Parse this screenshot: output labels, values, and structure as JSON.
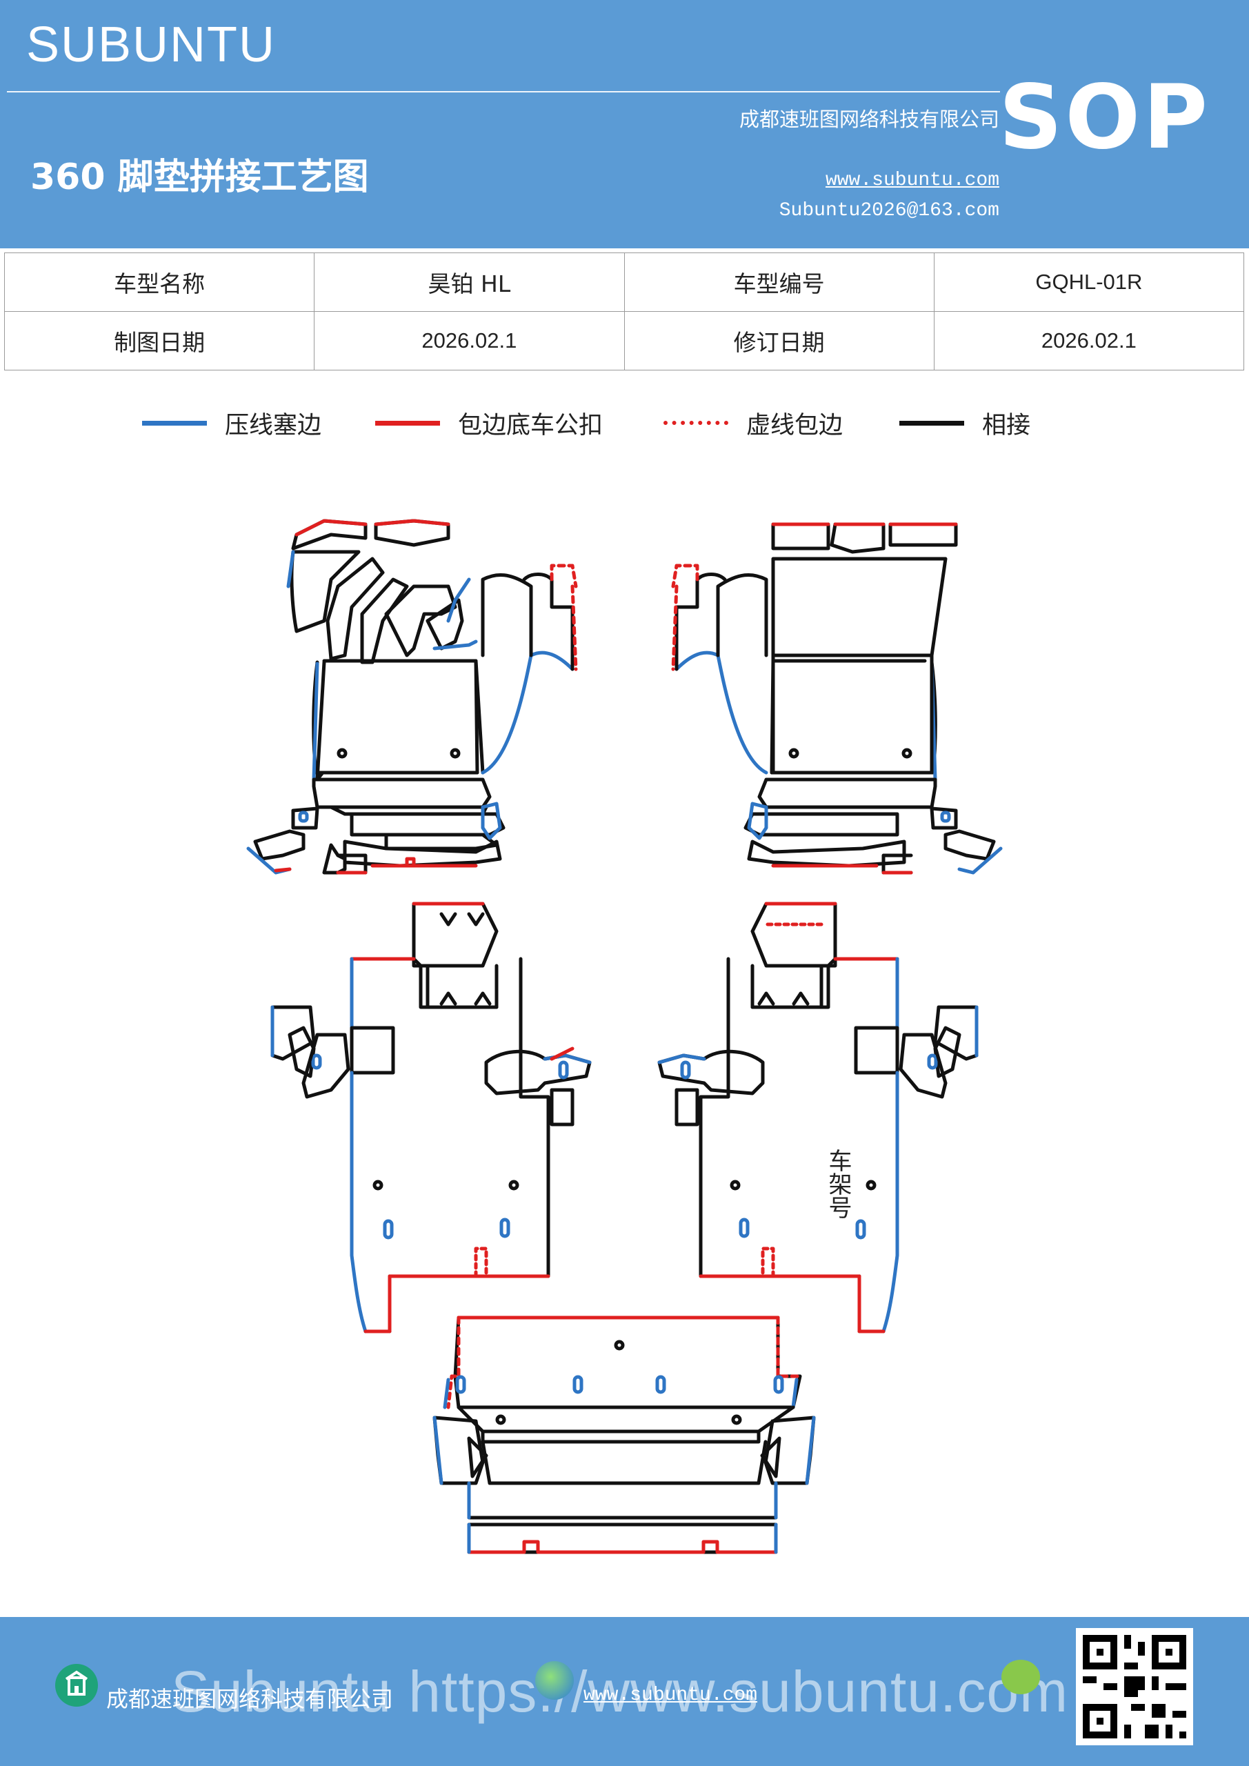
{
  "header": {
    "brand": "SUBUNTU",
    "title": "360 脚垫拼接工艺图",
    "company": "成都速班图网络科技有限公司",
    "website": "www.subuntu.com",
    "email": "Subuntu2026@163.com",
    "doc_type": "SOP"
  },
  "info_table": {
    "model_name_label": "车型名称",
    "model_name_value": "昊铂 HL",
    "model_code_label": "车型编号",
    "model_code_value": "GQHL-01R",
    "draw_date_label": "制图日期",
    "draw_date_value": "2026.02.1",
    "revise_date_label": "修订日期",
    "revise_date_value": "2026.02.1"
  },
  "legend": [
    {
      "label": "压线塞边",
      "color": "#2e75c4",
      "style": "solid"
    },
    {
      "label": "包边底车公扣",
      "color": "#e02020",
      "style": "solid"
    },
    {
      "label": "虚线包边",
      "color": "#e02020",
      "style": "dashed"
    },
    {
      "label": "相接",
      "color": "#111111",
      "style": "solid"
    }
  ],
  "drawing": {
    "vin_label": "车架号"
  },
  "footer": {
    "company": "成都速班图网络科技有限公司",
    "website": "www.subuntu.com",
    "overlay_text": "Subuntu https://www.subuntu.com",
    "icons": [
      "building-icon",
      "globe-icon",
      "wechat-icon",
      "qr-code"
    ]
  },
  "colors": {
    "header_bg": "#5b9bd5",
    "blue_edge": "#2e75c4",
    "red_edge": "#e02020",
    "black_edge": "#111111"
  }
}
